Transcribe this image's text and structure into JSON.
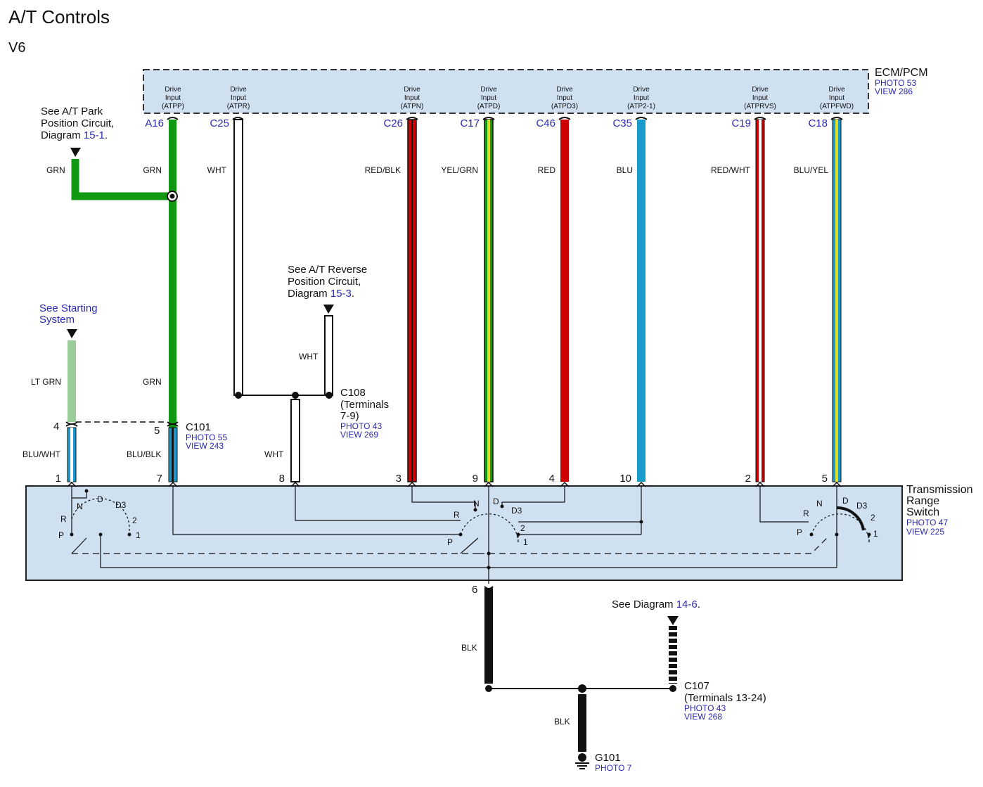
{
  "title": "A/T Controls",
  "subtitle": "V6",
  "ecm": {
    "name": "ECM/PCM",
    "photo": "PHOTO 53",
    "view": "VIEW 286",
    "input_line1": "Drive",
    "input_line2": "Input",
    "inputs": [
      {
        "signal": "(ATPP)",
        "terminal": "A16",
        "wire": "GRN"
      },
      {
        "signal": "(ATPR)",
        "terminal": "C25",
        "wire": "WHT"
      },
      {
        "signal": "(ATPN)",
        "terminal": "C26",
        "wire": "RED/BLK"
      },
      {
        "signal": "(ATPD)",
        "terminal": "C17",
        "wire": "YEL/GRN"
      },
      {
        "signal": "(ATPD3)",
        "terminal": "C46",
        "wire": "RED"
      },
      {
        "signal": "(ATP2-1)",
        "terminal": "C35",
        "wire": "BLU"
      },
      {
        "signal": "(ATPRVS)",
        "terminal": "C19",
        "wire": "RED/WHT"
      },
      {
        "signal": "(ATPFWD)",
        "terminal": "C18",
        "wire": "BLU/YEL"
      }
    ]
  },
  "notes": {
    "park": {
      "l1": "See A/T Park",
      "l2": "Position Circuit,",
      "l3": "Diagram",
      "ref": "15-1",
      "end": "."
    },
    "reverse": {
      "l1": "See A/T Reverse",
      "l2": "Position Circuit,",
      "l3": "Diagram",
      "ref": "15-3",
      "end": "."
    },
    "starting": {
      "l1": "See Starting",
      "l2": "System"
    },
    "diagram146": {
      "l1": "See Diagram",
      "ref": "14-6",
      "end": "."
    }
  },
  "wires": {
    "park_grn": "GRN",
    "grn_lower": "GRN",
    "ltgrn": "LT GRN",
    "reverse_wht": "WHT",
    "blu_wht": "BLU/WHT",
    "blu_blk": "BLU/BLK",
    "wht_8": "WHT",
    "blk_main": "BLK",
    "blk_ground": "BLK"
  },
  "c101": {
    "name": "C101",
    "photo": "PHOTO 55",
    "view": "VIEW 243",
    "pin_left": "4",
    "pin_right": "5"
  },
  "c108": {
    "name": "C108",
    "l2": "(Terminals",
    "l3": "7-9)",
    "photo": "PHOTO 43",
    "view": "VIEW 269"
  },
  "c107": {
    "name": "C107",
    "l2": "(Terminals 13-24)",
    "photo": "PHOTO 43",
    "view": "VIEW 268"
  },
  "g101": {
    "name": "G101",
    "photo": "PHOTO 7"
  },
  "switch": {
    "l1": "Transmission",
    "l2": "Range",
    "l3": "Switch",
    "photo": "PHOTO 47",
    "view": "VIEW 225",
    "pins": [
      "1",
      "7",
      "8",
      "3",
      "9",
      "4",
      "10",
      "2",
      "5"
    ],
    "ground_pin": "6",
    "positions": [
      "P",
      "R",
      "N",
      "D",
      "D3",
      "2",
      "1"
    ]
  },
  "colors": {
    "grn": "#119a11",
    "ltgrn": "#99cc99",
    "red": "#cc0000",
    "blu": "#1a9acb",
    "yel": "#dddd22",
    "panel": "#cfe0f1",
    "blue_text": "#2a2ab0"
  }
}
